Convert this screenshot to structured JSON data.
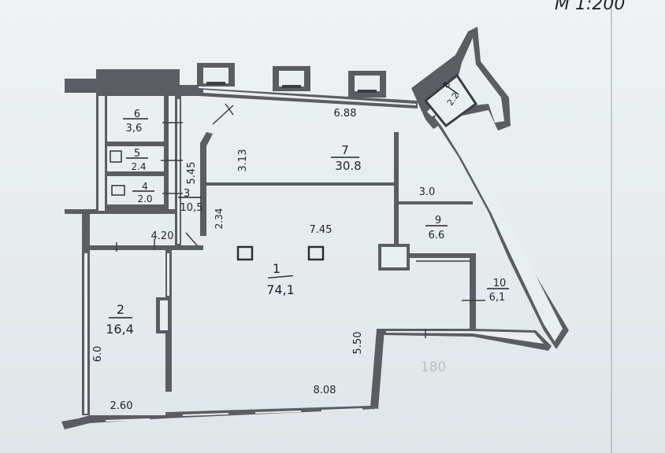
{
  "scale_label": "М 1:200",
  "rooms": [
    {
      "id": "1",
      "area": "74,1"
    },
    {
      "id": "2",
      "area": "16,4"
    },
    {
      "id": "3",
      "area": "10,5"
    },
    {
      "id": "4",
      "area": "2.0"
    },
    {
      "id": "5",
      "area": "2.4"
    },
    {
      "id": "6",
      "area": "3,6"
    },
    {
      "id": "7",
      "area": "30.8"
    },
    {
      "id": "8",
      "area": "2.2"
    },
    {
      "id": "9",
      "area": "6.6"
    },
    {
      "id": "10",
      "area": "6,1"
    }
  ],
  "dimensions": {
    "top_wall": "6.88",
    "room7_height": "3.13",
    "left_wall_upper": "5.45",
    "width_745": "7.45",
    "width_30": "3.0",
    "left_234": "2.34",
    "width_420": "4.20",
    "room1_height": "5.50",
    "bottom_width": "8.08",
    "room2_height": "6.0",
    "room2_width": "2.60"
  },
  "stamp_text": "180"
}
